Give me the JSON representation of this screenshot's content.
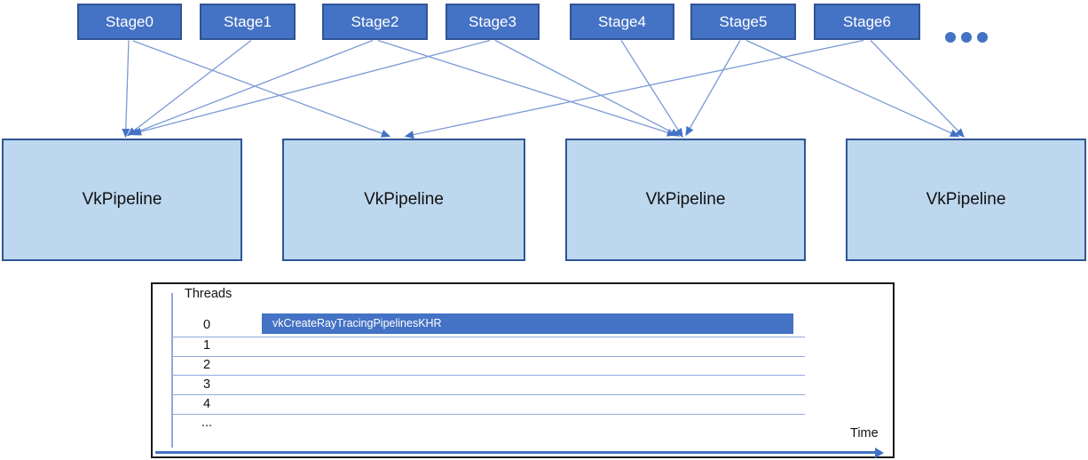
{
  "diagram": {
    "stages": [
      {
        "label": "Stage0"
      },
      {
        "label": "Stage1"
      },
      {
        "label": "Stage2"
      },
      {
        "label": "Stage3"
      },
      {
        "label": "Stage4"
      },
      {
        "label": "Stage5"
      },
      {
        "label": "Stage6"
      }
    ],
    "more_stages_icon": "ellipsis-dots",
    "pipelines": [
      {
        "label": "VkPipeline"
      },
      {
        "label": "VkPipeline"
      },
      {
        "label": "VkPipeline"
      },
      {
        "label": "VkPipeline"
      }
    ],
    "edges": [
      {
        "from": "Stage0",
        "to_pipeline": 0
      },
      {
        "from": "Stage0",
        "to_pipeline": 1
      },
      {
        "from": "Stage1",
        "to_pipeline": 0
      },
      {
        "from": "Stage2",
        "to_pipeline": 0
      },
      {
        "from": "Stage2",
        "to_pipeline": 2
      },
      {
        "from": "Stage3",
        "to_pipeline": 0
      },
      {
        "from": "Stage3",
        "to_pipeline": 2
      },
      {
        "from": "Stage4",
        "to_pipeline": 2
      },
      {
        "from": "Stage5",
        "to_pipeline": 2
      },
      {
        "from": "Stage5",
        "to_pipeline": 3
      },
      {
        "from": "Stage6",
        "to_pipeline": 1
      },
      {
        "from": "Stage6",
        "to_pipeline": 3
      }
    ]
  },
  "timeline": {
    "axis_title": "Threads",
    "row_labels": [
      "0",
      "1",
      "2",
      "3",
      "4",
      "..."
    ],
    "bar": {
      "row": "0",
      "label": "vkCreateRayTracingPipelinesKHR"
    },
    "x_axis_label": "Time"
  },
  "colors": {
    "stage_fill": "#4472C4",
    "stage_border": "#2F5496",
    "pipeline_fill": "#BDD7EE",
    "pipeline_border": "#2F5496",
    "connector_line": "#7C9AD6",
    "arrowhead": "#4472C4",
    "bar_fill": "#4472C4",
    "grid_line": "#8FAADC",
    "chart_border": "#1A1A1A"
  }
}
